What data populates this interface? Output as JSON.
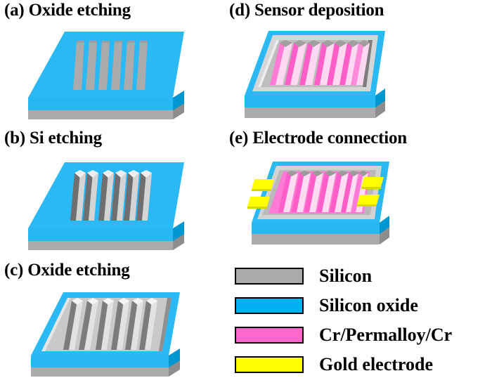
{
  "figure": {
    "type": "fabrication-process-schematic",
    "panel_count": 5
  },
  "colors": {
    "silicon": "#ababab",
    "silicon_dark": "#8d8d8d",
    "silicon_light": "#cfcfcf",
    "silicon_oxide": "#00b0f0",
    "silicon_oxide_dark": "#0096d0",
    "silicon_oxide_light": "#4ec8f7",
    "permalloy": "#ff66cc",
    "permalloy_light": "#ffd6f0",
    "permalloy_dark": "#f23cb4",
    "gold": "#ffff00",
    "gold_dark": "#d8d800",
    "outline": "#000000",
    "background": "#ffffff"
  },
  "panels": [
    {
      "id": "a",
      "label": "(a)",
      "title": "Oxide etching",
      "full": "(a) Oxide etching"
    },
    {
      "id": "b",
      "label": "(b)",
      "title": "Si etching",
      "full": "(b) Si etching"
    },
    {
      "id": "c",
      "label": "(c)",
      "title": "Oxide etching",
      "full": "(c) Oxide etching"
    },
    {
      "id": "d",
      "label": "(d)",
      "title": "Sensor deposition",
      "full": "(d) Sensor deposition"
    },
    {
      "id": "e",
      "label": "(e)",
      "title": "Electrode connection",
      "full": "(e) Electrode connection"
    }
  ],
  "structure": {
    "stripe_count": 6,
    "groove_count": 6,
    "sensor_ridge_count": 7,
    "electrode_pad_count": 4,
    "electrode_pads_left": 2,
    "electrode_pads_right": 2
  },
  "legend": {
    "items": [
      {
        "label": "Silicon",
        "color": "#ababab"
      },
      {
        "label": "Silicon oxide",
        "color": "#00b0f0"
      },
      {
        "label": "Cr/Permalloy/Cr",
        "color": "#ff66cc"
      },
      {
        "label": "Gold electrode",
        "color": "#ffff00"
      }
    ]
  }
}
